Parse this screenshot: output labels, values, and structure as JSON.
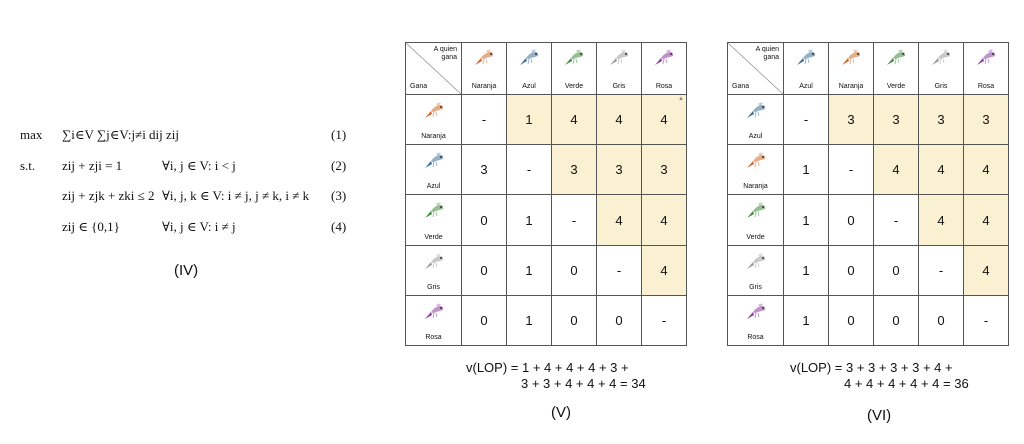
{
  "formulation": {
    "rows": [
      {
        "label": "max",
        "eq": "∑i∈V ∑j∈V:j≠i dij zij",
        "quant": "",
        "num": "(1)"
      },
      {
        "label": "s.t.",
        "eq": "zij + zji = 1",
        "quant": "∀i, j ∈ V: i < j",
        "num": "(2)"
      },
      {
        "label": "",
        "eq": "zij + zjk + zki ≤ 2",
        "quant": "∀i, j, k ∈ V: i ≠ j, j ≠ k, i ≠ k",
        "num": "(3)"
      },
      {
        "label": "",
        "eq": "zij ∈ {0,1}",
        "quant": "∀i, j ∈ V: i ≠ j",
        "num": "(4)"
      }
    ],
    "figure_label": "(IV)"
  },
  "corner": {
    "who_beats": "A quien\ngana",
    "beats": "Gana"
  },
  "colors": {
    "Naranja": "#d2692a",
    "Azul": "#3d6e98",
    "Verde": "#3f8a3a",
    "Gris": "#9a9a9a",
    "Rosa": "#8e3aa0",
    "highlight": "#faf0d2"
  },
  "table_v": {
    "order": [
      "Naranja",
      "Azul",
      "Verde",
      "Gris",
      "Rosa"
    ],
    "matrix": [
      [
        "-",
        "1",
        "4",
        "4",
        "4"
      ],
      [
        "3",
        "-",
        "3",
        "3",
        "3"
      ],
      [
        "0",
        "1",
        "-",
        "4",
        "4"
      ],
      [
        "0",
        "1",
        "0",
        "-",
        "4"
      ],
      [
        "0",
        "1",
        "0",
        "0",
        "-"
      ]
    ],
    "value_line1": "v(LOP) = 1 + 4 + 4 + 4 + 3 +",
    "value_line2": "3 + 3 + 4 + 4 + 4 = 34",
    "figure_label": "(V)"
  },
  "table_vi": {
    "order": [
      "Azul",
      "Naranja",
      "Verde",
      "Gris",
      "Rosa"
    ],
    "matrix": [
      [
        "-",
        "3",
        "3",
        "3",
        "3"
      ],
      [
        "1",
        "-",
        "4",
        "4",
        "4"
      ],
      [
        "1",
        "0",
        "-",
        "4",
        "4"
      ],
      [
        "1",
        "0",
        "0",
        "-",
        "4"
      ],
      [
        "1",
        "0",
        "0",
        "0",
        "-"
      ]
    ],
    "value_line1": "v(LOP) = 3 + 3 + 3 + 3 + 4 +",
    "value_line2": "4 + 4 + 4 + 4 + 4 = 36",
    "figure_label": "(VI)"
  }
}
